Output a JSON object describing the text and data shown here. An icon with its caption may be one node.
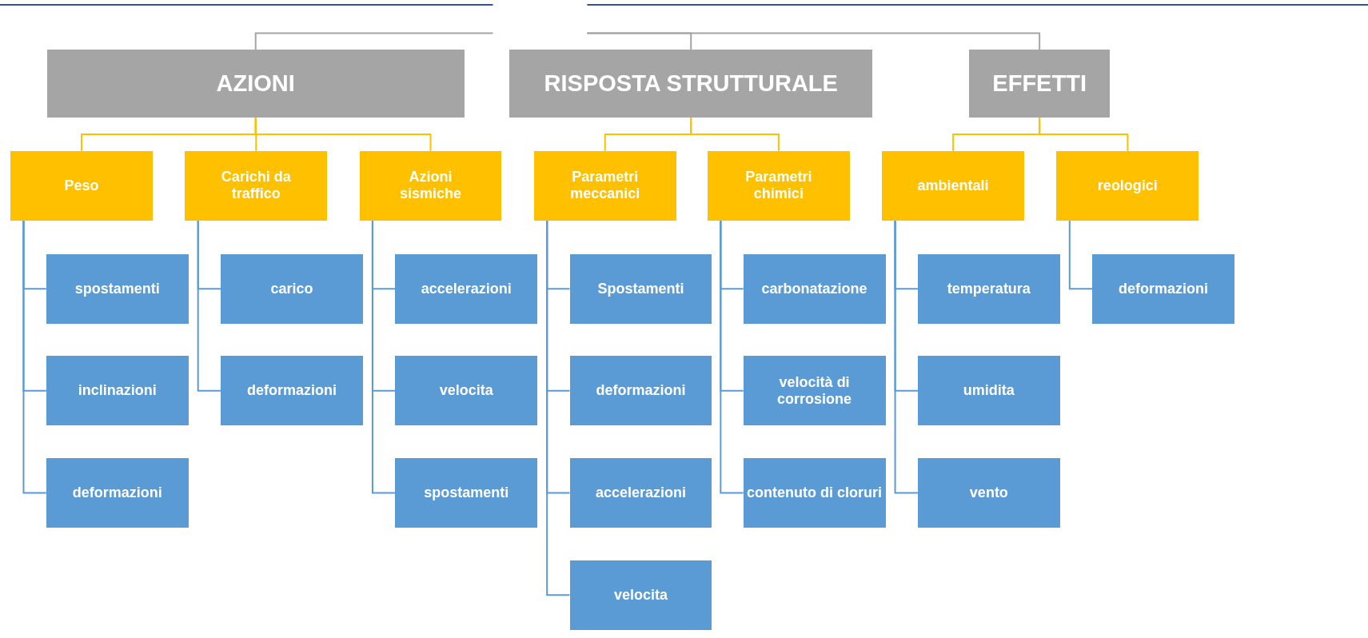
{
  "diagram": {
    "nodes": [
      {
        "text": [
          "AZIONI"
        ]
      },
      {
        "text": [
          "RISPOSTA STRUTTURALE"
        ]
      },
      {
        "text": [
          "EFFETTI"
        ]
      },
      {
        "text": [
          "Peso"
        ]
      },
      {
        "text": [
          "Carichi da traffico"
        ]
      },
      {
        "text": [
          "Azioni sismiche"
        ]
      },
      {
        "text": [
          "Parametri meccanici"
        ]
      },
      {
        "text": [
          "Parametri chimici"
        ]
      },
      {
        "text": [
          "ambientali"
        ]
      },
      {
        "text": [
          "reologici"
        ]
      },
      {
        "text": [
          "spostamenti"
        ]
      },
      {
        "text": [
          "inclinazioni"
        ]
      },
      {
        "text": [
          "deformazioni"
        ]
      },
      {
        "text": [
          "carico"
        ]
      },
      {
        "text": [
          "deformazioni"
        ]
      },
      {
        "text": [
          "accelerazioni"
        ]
      },
      {
        "text": [
          "velocita"
        ]
      },
      {
        "text": [
          "spostamenti"
        ]
      },
      {
        "text": [
          "Spostamenti"
        ]
      },
      {
        "text": [
          "deformazioni"
        ]
      },
      {
        "text": [
          "accelerazioni"
        ]
      },
      {
        "text": [
          "velocita"
        ]
      },
      {
        "text": [
          "carbonatazione"
        ]
      },
      {
        "text": [
          "velocità di corrosione"
        ]
      },
      {
        "text": [
          "contenuto di cloruri"
        ]
      },
      {
        "text": [
          "temperatura"
        ]
      },
      {
        "text": [
          "umidita"
        ]
      },
      {
        "text": [
          "vento"
        ]
      },
      {
        "text": [
          "deformazioni"
        ]
      }
    ],
    "edges": [
      {
        "from": null,
        "to": 0,
        "arrow": "none",
        "color": "#a5a5a5"
      },
      {
        "from": null,
        "to": 1,
        "arrow": "none",
        "color": "#a5a5a5"
      },
      {
        "from": null,
        "to": 2,
        "arrow": "none",
        "color": "#a5a5a5"
      },
      {
        "from": 0,
        "to": 3,
        "arrow": "none",
        "color": "#ffc000"
      },
      {
        "from": 0,
        "to": 4,
        "arrow": "none",
        "color": "#ffc000"
      },
      {
        "from": 0,
        "to": 5,
        "arrow": "none",
        "color": "#ffc000"
      },
      {
        "from": 1,
        "to": 6,
        "arrow": "none",
        "color": "#ffc000"
      },
      {
        "from": 1,
        "to": 7,
        "arrow": "none",
        "color": "#ffc000"
      },
      {
        "from": 2,
        "to": 8,
        "arrow": "none",
        "color": "#ffc000"
      },
      {
        "from": 2,
        "to": 9,
        "arrow": "none",
        "color": "#ffc000"
      },
      {
        "from": 3,
        "to": 10,
        "arrow": "none"
      },
      {
        "from": 3,
        "to": 11,
        "arrow": "none"
      },
      {
        "from": 3,
        "to": 12,
        "arrow": "none"
      },
      {
        "from": 4,
        "to": 13,
        "arrow": "none"
      },
      {
        "from": 4,
        "to": 14,
        "arrow": "none"
      },
      {
        "from": 5,
        "to": 15,
        "arrow": "none"
      },
      {
        "from": 5,
        "to": 16,
        "arrow": "none"
      },
      {
        "from": 5,
        "to": 17,
        "arrow": "none"
      },
      {
        "from": 6,
        "to": 18,
        "arrow": "none"
      },
      {
        "from": 6,
        "to": 19,
        "arrow": "none"
      },
      {
        "from": 6,
        "to": 20,
        "arrow": "none"
      },
      {
        "from": 6,
        "to": 21,
        "arrow": "none"
      },
      {
        "from": 7,
        "to": 22,
        "arrow": "none"
      },
      {
        "from": 7,
        "to": 23,
        "arrow": "none"
      },
      {
        "from": 7,
        "to": 24,
        "arrow": "none"
      },
      {
        "from": 8,
        "to": 25,
        "arrow": "none"
      },
      {
        "from": 8,
        "to": 26,
        "arrow": "none"
      },
      {
        "from": 8,
        "to": 27,
        "arrow": "none"
      },
      {
        "from": 9,
        "to": 28,
        "arrow": "none"
      }
    ]
  }
}
